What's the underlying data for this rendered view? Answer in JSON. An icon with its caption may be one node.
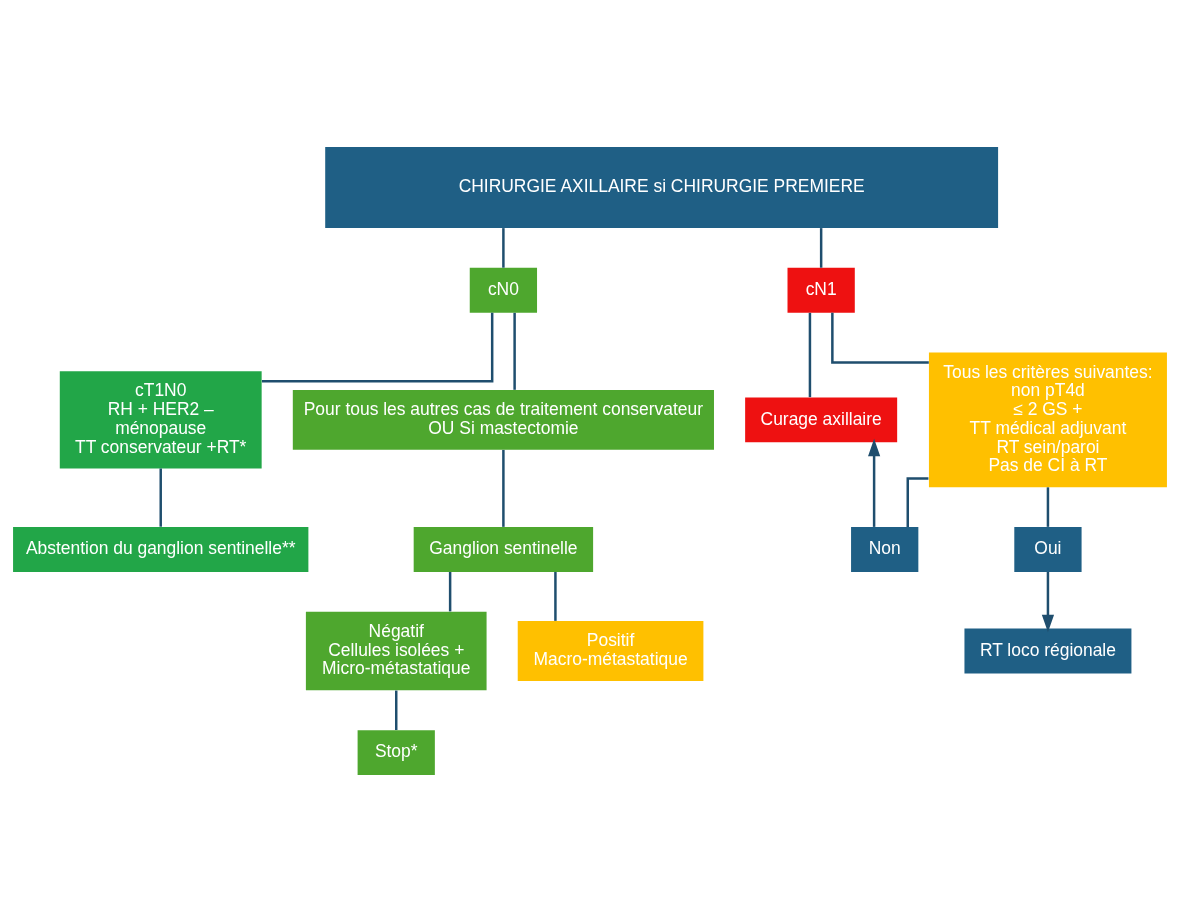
{
  "diagram": {
    "nodes": [
      {
        "text": [
          "CHIRURGIE AXILLAIRE si CHIRURGIE PREMIERE"
        ]
      },
      {
        "text": [
          "cN0"
        ]
      },
      {
        "text": [
          "cN1"
        ]
      },
      {
        "text": [
          "cT1N0",
          "RH + HER2 –",
          "ménopause",
          "TT conservateur +RT*"
        ]
      },
      {
        "text": [
          "Pour tous les autres cas de traitement conservateur",
          "OU Si mastectomie"
        ]
      },
      {
        "text": [
          "Tous les critères suivantes:",
          "non pT4d",
          "≤ 2 GS +",
          "TT médical adjuvant",
          "RT sein/paroi",
          "Pas de CI à RT"
        ]
      },
      {
        "text": [
          "Curage axillaire"
        ]
      },
      {
        "text": [
          "RT loco régionale"
        ]
      },
      {
        "text": [
          "Non"
        ]
      },
      {
        "text": [
          "Ganglion sentinelle"
        ]
      },
      {
        "text": [
          "Abstention du ganglion sentinelle**"
        ]
      },
      {
        "text": [
          "Négatif",
          "Cellules isolées +",
          "Micro-métastatique"
        ]
      },
      {
        "text": [
          "Positif",
          "Macro-métastatique"
        ]
      },
      {
        "text": [
          "Oui"
        ]
      },
      {
        "text": [
          "Stop*"
        ]
      }
    ],
    "edges": [
      {
        "from": 0,
        "to": 1,
        "arrow": "none"
      },
      {
        "from": 0,
        "to": 2,
        "arrow": "none"
      },
      {
        "from": 1,
        "to": 3,
        "arrow": "none"
      },
      {
        "from": 1,
        "to": 4,
        "arrow": "none"
      },
      {
        "from": 2,
        "to": 5,
        "arrow": "none"
      },
      {
        "from": 2,
        "to": 6,
        "arrow": "none"
      },
      {
        "from": 3,
        "to": 10,
        "arrow": "none"
      },
      {
        "from": 4,
        "to": 9,
        "arrow": "none"
      },
      {
        "from": 9,
        "to": 11,
        "arrow": "none"
      },
      {
        "from": 9,
        "to": 12,
        "arrow": "none"
      },
      {
        "from": 11,
        "to": 14,
        "arrow": "none"
      },
      {
        "from": 5,
        "to": 8,
        "arrow": "none"
      },
      {
        "from": 8,
        "to": 6,
        "arrow": "to"
      },
      {
        "from": 5,
        "to": 13,
        "arrow": "none"
      },
      {
        "from": 13,
        "to": 7,
        "arrow": "to"
      }
    ]
  }
}
